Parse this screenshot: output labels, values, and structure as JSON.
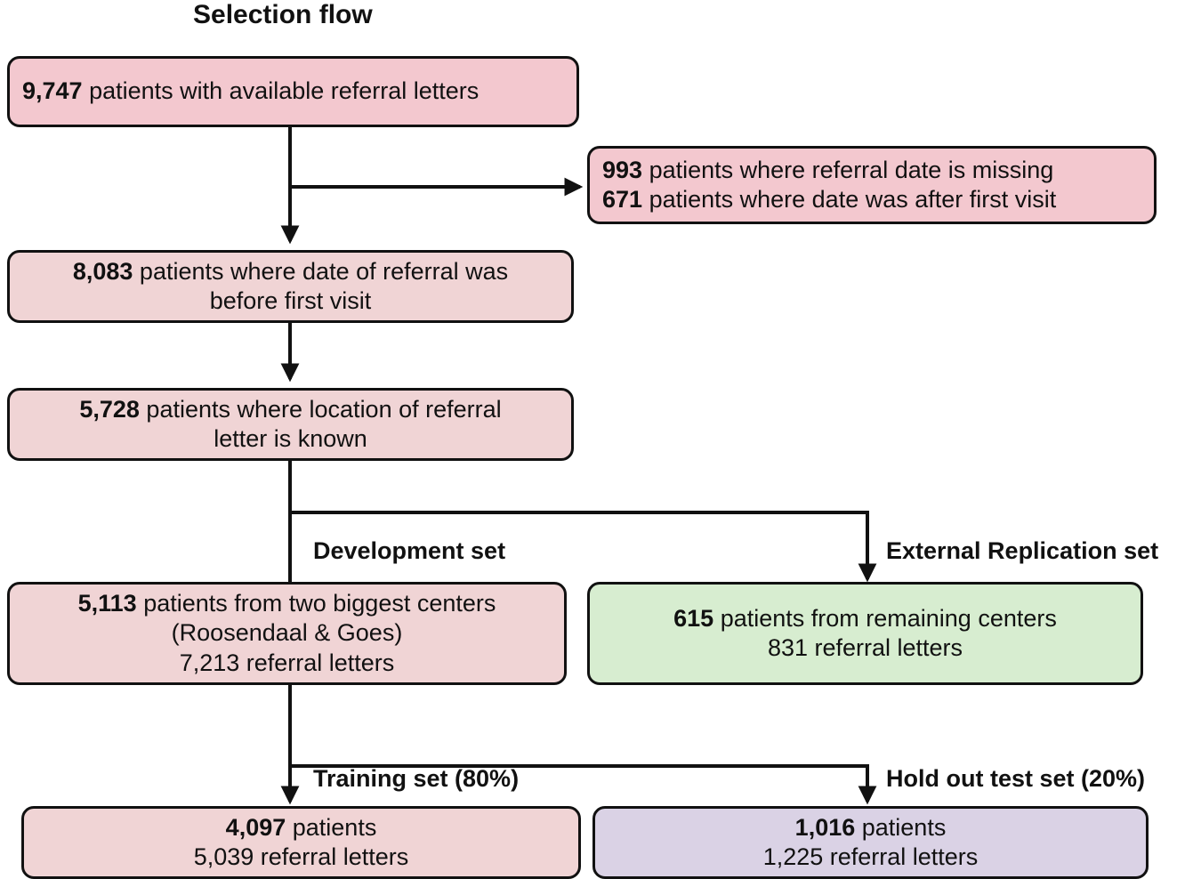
{
  "title": "Selection flow",
  "colors": {
    "pink_bright": "#f3c8cf",
    "pink_soft": "#f0d4d5",
    "green": "#d7edd0",
    "purple": "#dad2e5",
    "stroke": "#111111",
    "background": "#ffffff"
  },
  "nodes": {
    "available": {
      "lines": [
        {
          "bold": "9,747",
          "rest": " patients with available referral letters"
        }
      ]
    },
    "excluded": {
      "lines": [
        {
          "bold": "993",
          "rest": " patients where referral date is missing"
        },
        {
          "bold": "671",
          "rest": " patients where date was after first visit"
        }
      ]
    },
    "before_first_visit": {
      "lines": [
        {
          "bold": "8,083",
          "rest": " patients where date of referral was"
        },
        {
          "bold": "",
          "rest": "before first visit"
        }
      ]
    },
    "location_known": {
      "lines": [
        {
          "bold": "5,728",
          "rest": " patients where location of referral"
        },
        {
          "bold": "",
          "rest": "letter is known"
        }
      ]
    },
    "development": {
      "lines": [
        {
          "bold": "5,113",
          "rest": " patients from two biggest centers"
        },
        {
          "bold": "",
          "rest": "(Roosendaal & Goes)"
        },
        {
          "bold": "",
          "rest": "7,213 referral letters"
        }
      ]
    },
    "replication": {
      "lines": [
        {
          "bold": "615",
          "rest": " patients from remaining centers"
        },
        {
          "bold": "",
          "rest": "831 referral letters"
        }
      ]
    },
    "training": {
      "lines": [
        {
          "bold": "4,097",
          "rest": " patients"
        },
        {
          "bold": "",
          "rest": "5,039 referral letters"
        }
      ]
    },
    "holdout": {
      "lines": [
        {
          "bold": "1,016",
          "rest": " patients"
        },
        {
          "bold": "",
          "rest": "1,225 referral letters"
        }
      ]
    }
  },
  "group_labels": {
    "development_set": "Development set",
    "external_replication_set": "External Replication set",
    "training_set": "Training set (80%)",
    "holdout_set": "Hold out test set (20%)"
  },
  "chart_data": {
    "type": "table",
    "title": "Selection flow",
    "steps": [
      {
        "stage": "Patients with available referral letters",
        "patients": 9747,
        "letters": null
      },
      {
        "stage": "Excluded: referral date is missing",
        "patients": 993,
        "letters": null
      },
      {
        "stage": "Excluded: date was after first visit",
        "patients": 671,
        "letters": null
      },
      {
        "stage": "Patients where date of referral was before first visit",
        "patients": 8083,
        "letters": null
      },
      {
        "stage": "Patients where location of referral letter is known",
        "patients": 5728,
        "letters": null
      },
      {
        "stage": "Development set - two biggest centers (Roosendaal & Goes)",
        "patients": 5113,
        "letters": 7213
      },
      {
        "stage": "External Replication set - remaining centers",
        "patients": 615,
        "letters": 831
      },
      {
        "stage": "Training set (80%)",
        "patients": 4097,
        "letters": 5039
      },
      {
        "stage": "Hold out test set (20%)",
        "patients": 1016,
        "letters": 1225
      }
    ]
  }
}
